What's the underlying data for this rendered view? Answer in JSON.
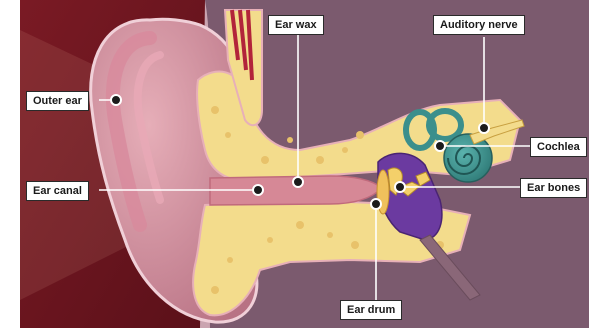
{
  "labels": {
    "outer_ear": "Outer ear",
    "ear_canal": "Ear canal",
    "ear_wax": "Ear wax",
    "ear_drum": "Ear drum",
    "auditory_nerve": "Auditory nerve",
    "cochlea": "Cochlea",
    "ear_bones": "Ear bones"
  },
  "colors": {
    "background_left": "#6a1620",
    "background_right": "#7b5a6e",
    "outer_ear_skin": "#c98a98",
    "cartilage_yellow": "#f3dc8c",
    "canal_pink": "#e7a2ad",
    "ossicles_purple": "#6b3aa0",
    "cochlea_teal": "#3b8f8c",
    "pointer_line": "#ffffff",
    "pointer_dot": "#1b1b1b"
  }
}
